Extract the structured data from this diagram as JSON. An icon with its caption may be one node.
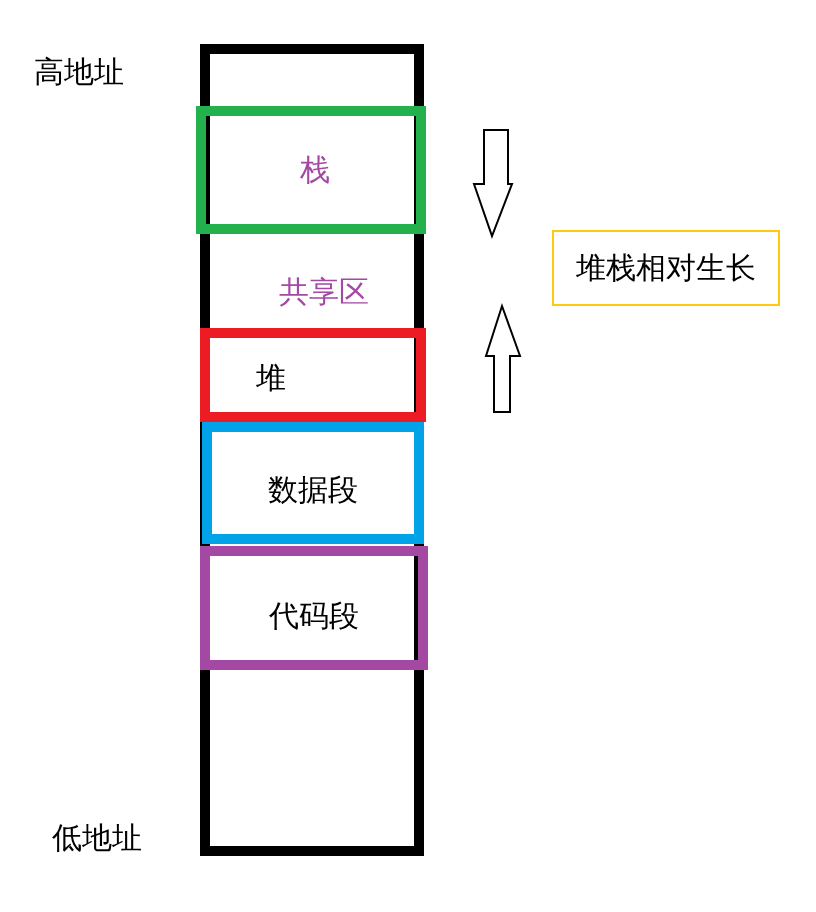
{
  "diagram": {
    "nodes": [
      {
        "text": [],
        "shape": "box"
      },
      {
        "text": [
          "栈"
        ],
        "in": 0
      },
      {
        "text": [
          "堆"
        ],
        "in": 0
      },
      {
        "text": [
          "数据段"
        ],
        "in": 0
      },
      {
        "text": [
          "代码段"
        ],
        "in": 0
      },
      {
        "text": [
          "堆栈相对生长"
        ]
      }
    ],
    "labels": [
      "高地址",
      "共享区",
      "低地址"
    ]
  }
}
